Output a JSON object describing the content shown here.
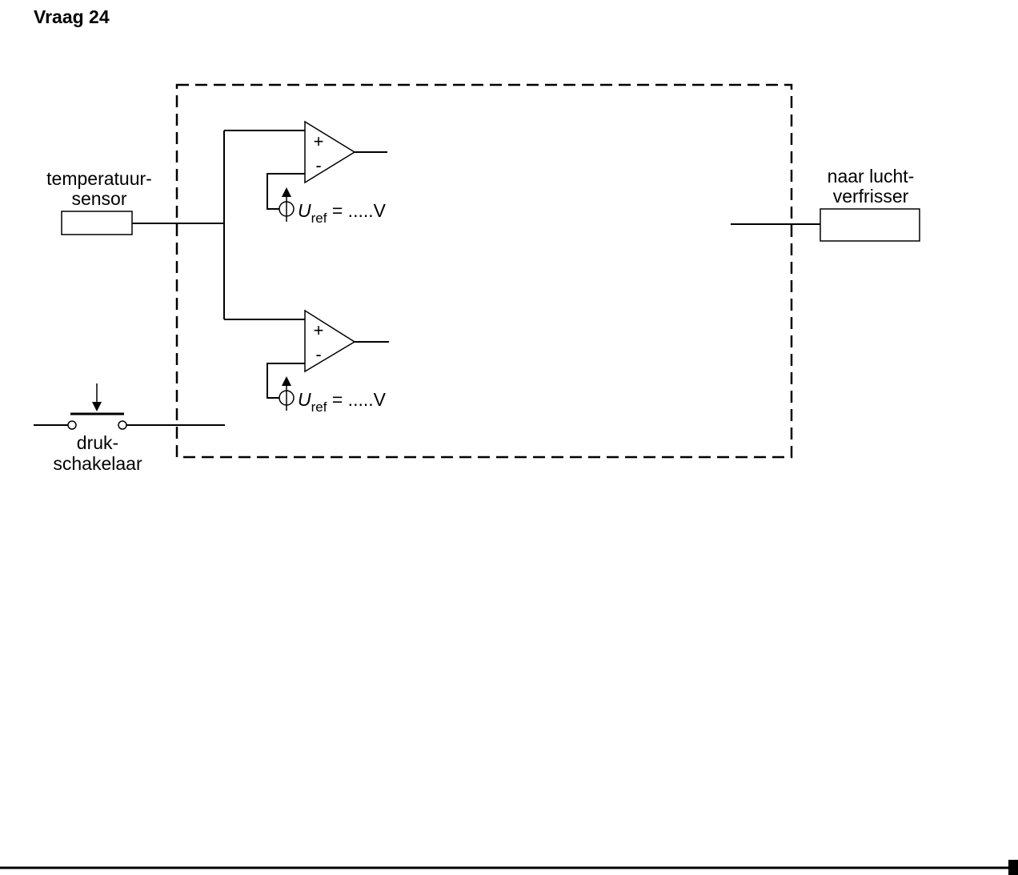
{
  "heading": "Vraag 24",
  "labels": {
    "sensor_line1": "temperatuur-",
    "sensor_line2": "sensor",
    "switch_line1": "druk-",
    "switch_line2": "schakelaar",
    "output_line1": "naar lucht-",
    "output_line2": "verfrisser"
  },
  "comparators": [
    {
      "plus": "+",
      "minus": "-",
      "ref_symbol": "U",
      "ref_subscript": "ref",
      "ref_value": " = .....V"
    },
    {
      "plus": "+",
      "minus": "-",
      "ref_symbol": "U",
      "ref_subscript": "ref",
      "ref_value": " = .....V"
    }
  ]
}
